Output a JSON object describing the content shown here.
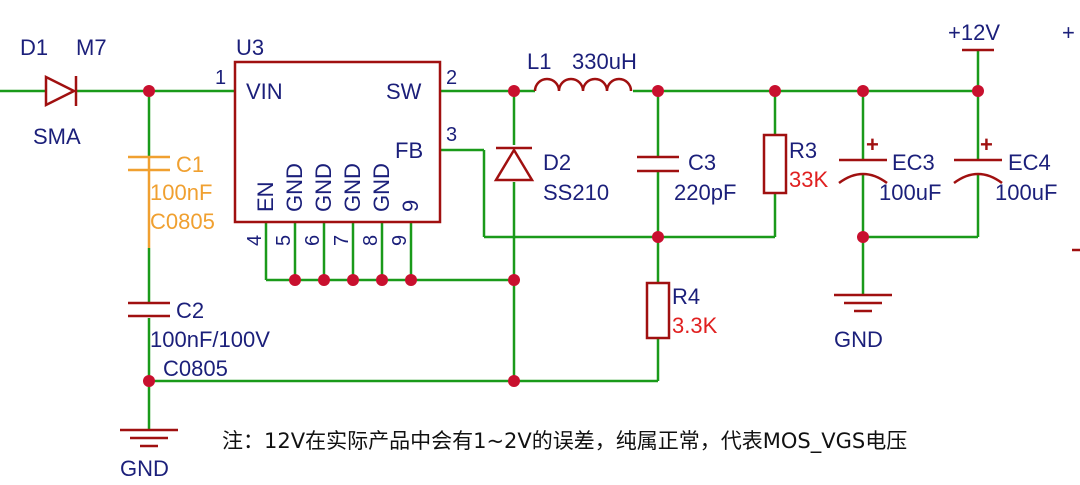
{
  "colors": {
    "wire": "#1a9a1a",
    "part": "#a01010",
    "text": "#1b1f7a",
    "value_red": "#e02020",
    "cap_orange": "#f0a030",
    "junction": "#c8102e"
  },
  "d1": {
    "ref": "D1",
    "model": "M7",
    "package": "SMA"
  },
  "u3": {
    "ref": "U3",
    "pin_vin": "VIN",
    "pin_sw": "SW",
    "pin_fb": "FB",
    "pin_en": "EN",
    "pin_gnd": "GND",
    "pin_9": "9",
    "num_1": "1",
    "num_2": "2",
    "num_3": "3",
    "num_4": "4",
    "num_5": "5",
    "num_6": "6",
    "num_7": "7",
    "num_8": "8",
    "num_9": "9"
  },
  "c1": {
    "ref": "C1",
    "value": "100nF",
    "package": "C0805"
  },
  "c2": {
    "ref": "C2",
    "value": "100nF/100V",
    "package": "C0805"
  },
  "l1": {
    "ref": "L1",
    "value": "330uH"
  },
  "d2": {
    "ref": "D2",
    "value": "SS210"
  },
  "c3": {
    "ref": "C3",
    "value": "220pF"
  },
  "r3": {
    "ref": "R3",
    "value": "33K"
  },
  "r4": {
    "ref": "R4",
    "value": "3.3K"
  },
  "ec3": {
    "ref": "EC3",
    "value": "100uF",
    "polarity": "+"
  },
  "ec4": {
    "ref": "EC4",
    "value": "100uF",
    "polarity": "+"
  },
  "power": {
    "label": "+12V",
    "partial": "+"
  },
  "gnd_left": "GND",
  "gnd_right": "GND",
  "note": "注：12V在实际产品中会有1~2V的误差，纯属正常，代表MOS_VGS电压"
}
